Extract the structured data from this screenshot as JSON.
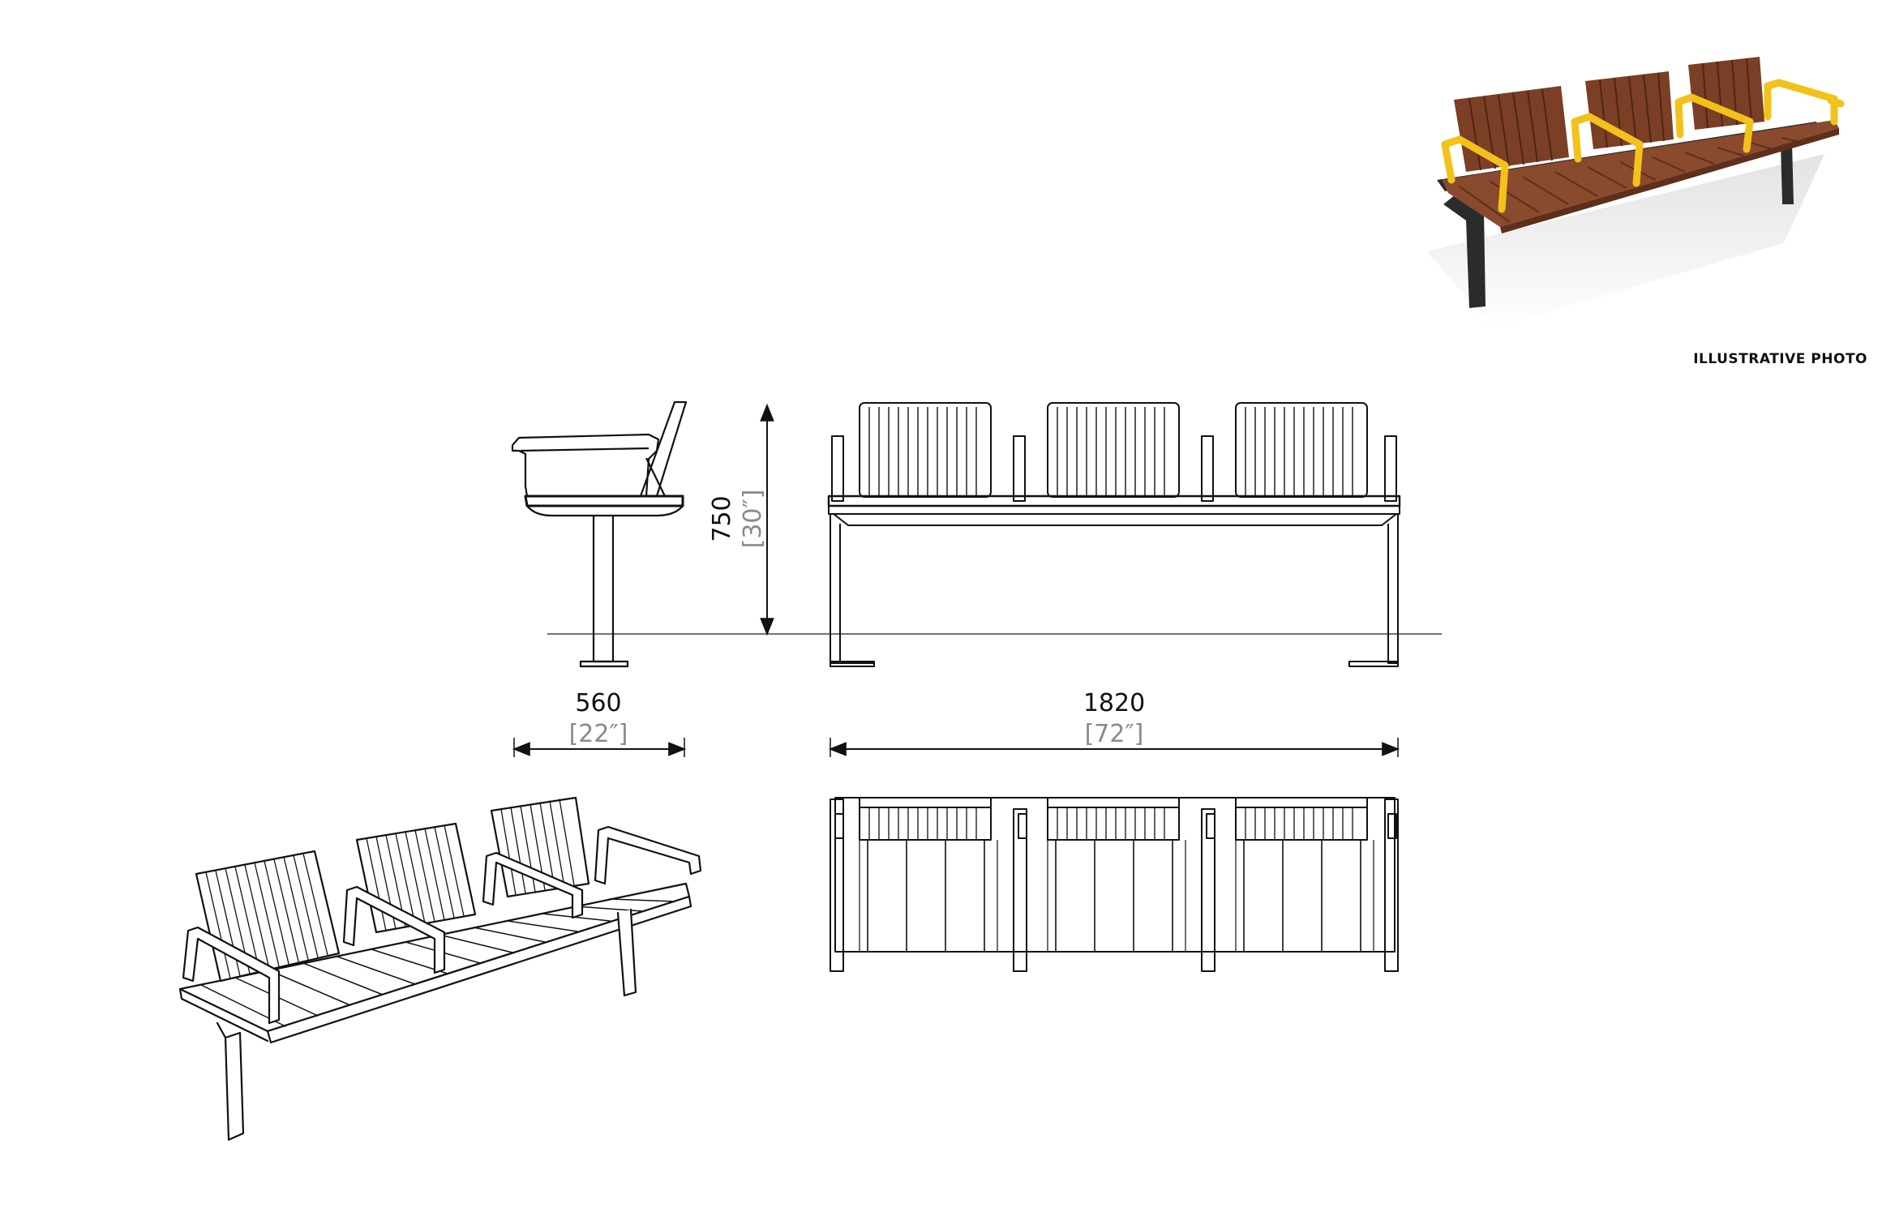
{
  "photo_caption": "ILLUSTRATIVE PHOTO",
  "dimensions": {
    "height": {
      "value": "750",
      "imperial": "[30″]"
    },
    "depth": {
      "value": "560",
      "imperial": "[22″]"
    },
    "length": {
      "value": "1820",
      "imperial": "[72″]"
    }
  },
  "colors": {
    "wood": "#8a4a2e",
    "wood_dark": "#5e2f1b",
    "armrest": "#f2c21b",
    "frame": "#2b2b2b",
    "line": "#111111"
  }
}
